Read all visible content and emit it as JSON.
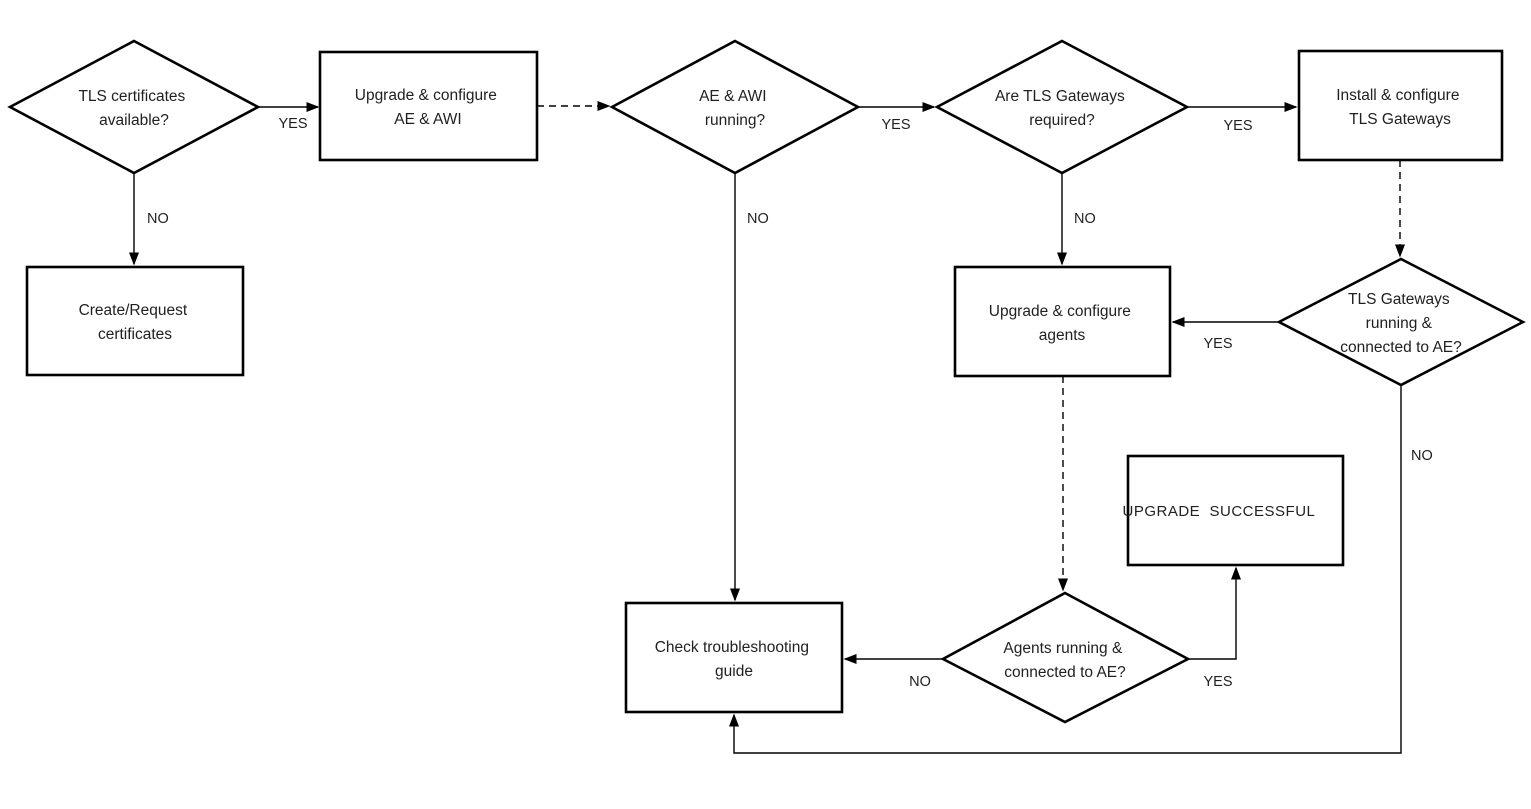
{
  "diagram": {
    "colors": {
      "stroke": "#000000",
      "text": "#212121",
      "node_fill": "#ffffff",
      "background": "#ffffff"
    },
    "labels": {
      "yes": "YES",
      "no": "NO"
    },
    "nodes": {
      "tls_certificates_available": {
        "type": "decision",
        "line1": "TLS certificates",
        "line2": "available?"
      },
      "upgrade_configure_ae_awi": {
        "type": "process",
        "line1": "Upgrade & configure",
        "line2": "AE & AWI"
      },
      "ae_awi_running": {
        "type": "decision",
        "line1": "AE & AWI",
        "line2": "running?"
      },
      "are_tls_gateways_required": {
        "type": "decision",
        "line1": "Are TLS Gateways",
        "line2": "required?"
      },
      "install_configure_tls_gateways": {
        "type": "process",
        "line1": "Install & configure",
        "line2": "TLS Gateways"
      },
      "create_request_certificates": {
        "type": "process",
        "line1": "Create/Request",
        "line2": "certificates"
      },
      "upgrade_configure_agents": {
        "type": "process",
        "line1": "Upgrade & configure",
        "line2": "agents"
      },
      "tls_gateways_running_connected": {
        "type": "decision",
        "line1": "TLS Gateways",
        "line2": "running &",
        "line3": "connected to AE?"
      },
      "upgrade_successful": {
        "type": "process",
        "line1": "UPGRADE  SUCCESSFUL"
      },
      "check_troubleshooting_guide": {
        "type": "process",
        "line1": "Check troubleshooting",
        "line2": "guide"
      },
      "agents_running_connected": {
        "type": "decision",
        "line1": "Agents running &",
        "line2": "connected to AE?"
      }
    }
  }
}
